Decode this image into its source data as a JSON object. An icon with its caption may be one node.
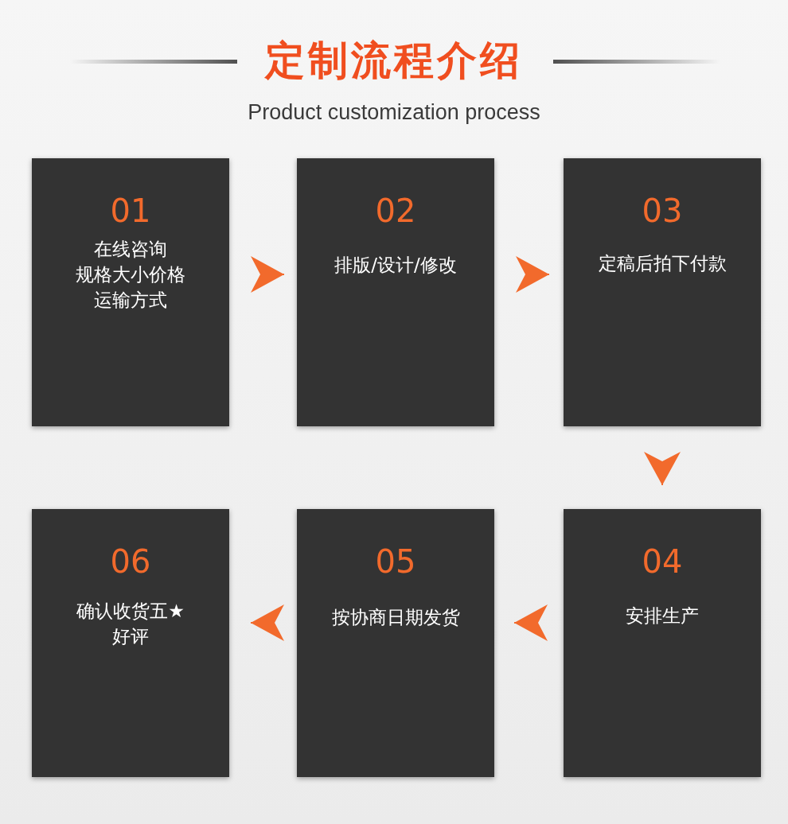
{
  "diagram": {
    "title": "定制流程介绍",
    "nodes": [
      {
        "text": [
          "01",
          "在线咨询",
          "规格大小价格",
          "运输方式"
        ]
      },
      {
        "text": [
          "02",
          "排版/设计/修改"
        ]
      },
      {
        "text": [
          "03",
          "定稿后拍下付款"
        ]
      },
      {
        "text": [
          "04",
          "安排生产"
        ]
      },
      {
        "text": [
          "05",
          "按协商日期发货"
        ]
      },
      {
        "text": [
          "06",
          "确认收货五★",
          "好评"
        ]
      }
    ],
    "edges": [
      {
        "from": 0,
        "to": 1,
        "arrow": "to"
      },
      {
        "from": 1,
        "to": 2,
        "arrow": "to"
      },
      {
        "from": 2,
        "to": 3,
        "arrow": "to"
      },
      {
        "from": 3,
        "to": 4,
        "arrow": "to"
      },
      {
        "from": 4,
        "to": 5,
        "arrow": "to"
      }
    ],
    "labels": [
      "Product customization process"
    ]
  }
}
